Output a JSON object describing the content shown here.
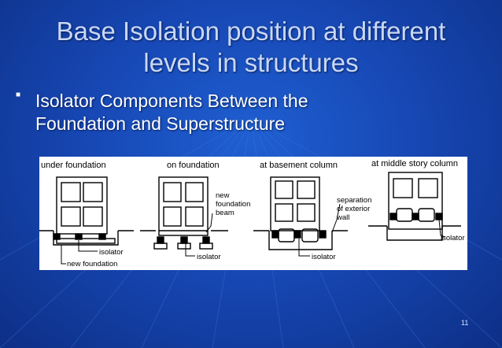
{
  "slide": {
    "title_line1": "Base Isolation position at different",
    "title_line2": "levels in structures",
    "bullet_line1": "Isolator Components Between the",
    "bullet_line2": "Foundation and Superstructure",
    "page_number": "11"
  },
  "figure": {
    "panel1": {
      "heading": "under foundation",
      "label_isolator": "isolator",
      "label_new_foundation": "new foundation"
    },
    "panel2": {
      "heading": "on foundation",
      "label_new": "new",
      "label_foundation": "foundation",
      "label_beam": "beam",
      "label_isolator": "isolator"
    },
    "panel3": {
      "heading": "at basement column",
      "label_separation": "separation",
      "label_of_exterior": "of exterior",
      "label_wall": "wall",
      "label_isolator": "isolator"
    },
    "panel4": {
      "heading": "at middle story column",
      "label_isolator": "isolator"
    }
  },
  "colors": {
    "background": "#1748b5",
    "title_text": "#c9d8f6",
    "body_text": "#ffffff"
  }
}
